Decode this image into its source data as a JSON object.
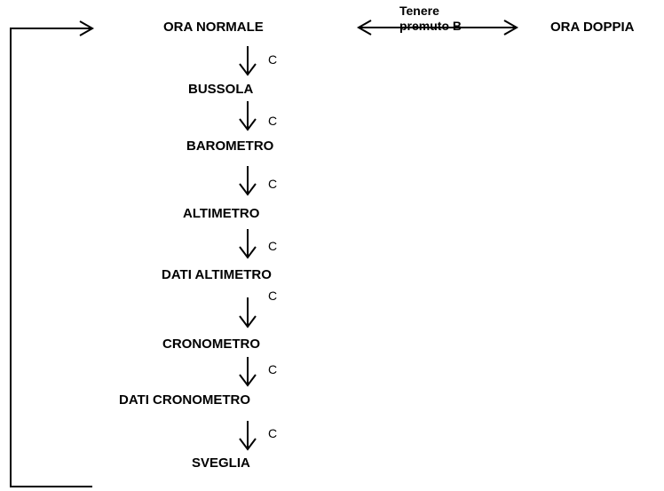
{
  "diagram": {
    "modes": [
      {
        "id": "ora-normale",
        "label": "ORA NORMALE"
      },
      {
        "id": "bussola",
        "label": "BUSSOLA"
      },
      {
        "id": "barometro",
        "label": "BAROMETRO"
      },
      {
        "id": "altimetro",
        "label": "ALTIMETRO"
      },
      {
        "id": "dati-altimetro",
        "label": "DATI ALTIMETRO"
      },
      {
        "id": "cronometro",
        "label": "CRONOMETRO"
      },
      {
        "id": "dati-cronometro",
        "label": "DATI CRONOMETRO"
      },
      {
        "id": "sveglia",
        "label": "SVEGLIA"
      }
    ],
    "step_button": "C",
    "dual_time": {
      "label": "ORA DOPPIA",
      "hold_line1": "Tenere",
      "hold_line2": "premuto B"
    }
  }
}
